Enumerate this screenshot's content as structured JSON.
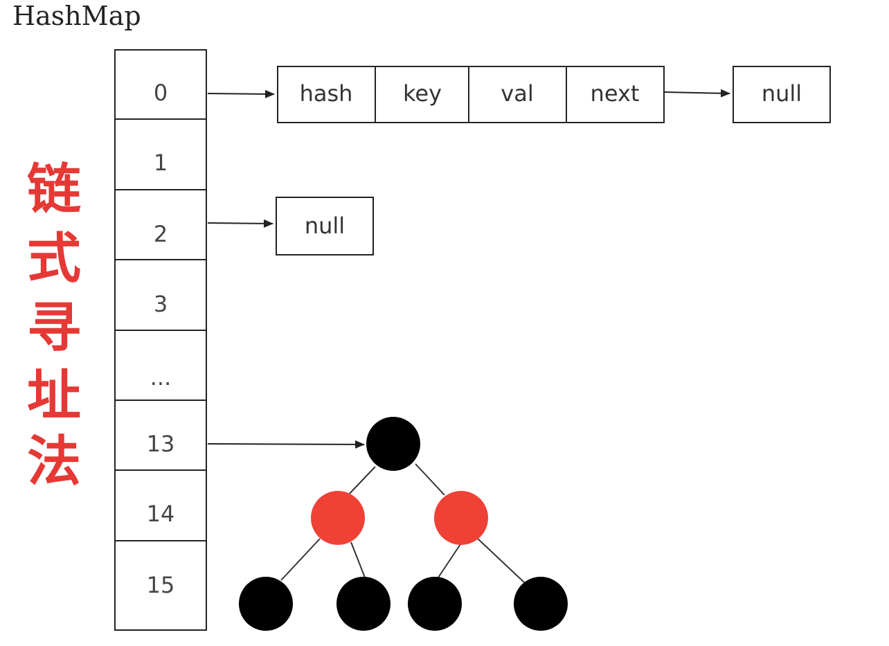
{
  "title": "HashMap",
  "side_label": [
    "链",
    "式",
    "寻",
    "址",
    "法"
  ],
  "bucket_cells": [
    "0",
    "1",
    "2",
    "3",
    "...",
    "13",
    "14",
    "15"
  ],
  "entry_node_fields": [
    "hash",
    "key",
    "val",
    "next"
  ],
  "next_target": "null",
  "bucket2_target": "null",
  "tree_nodes": [
    {
      "id": "root",
      "color": "black"
    },
    {
      "id": "left",
      "color": "red"
    },
    {
      "id": "right",
      "color": "red"
    },
    {
      "id": "left-left",
      "color": "black"
    },
    {
      "id": "left-right",
      "color": "black"
    },
    {
      "id": "right-left",
      "color": "black"
    },
    {
      "id": "right-right",
      "color": "black"
    }
  ],
  "colors": {
    "black_node": "#000000",
    "red_node": "#ef4136",
    "side_label": "#e53935"
  }
}
